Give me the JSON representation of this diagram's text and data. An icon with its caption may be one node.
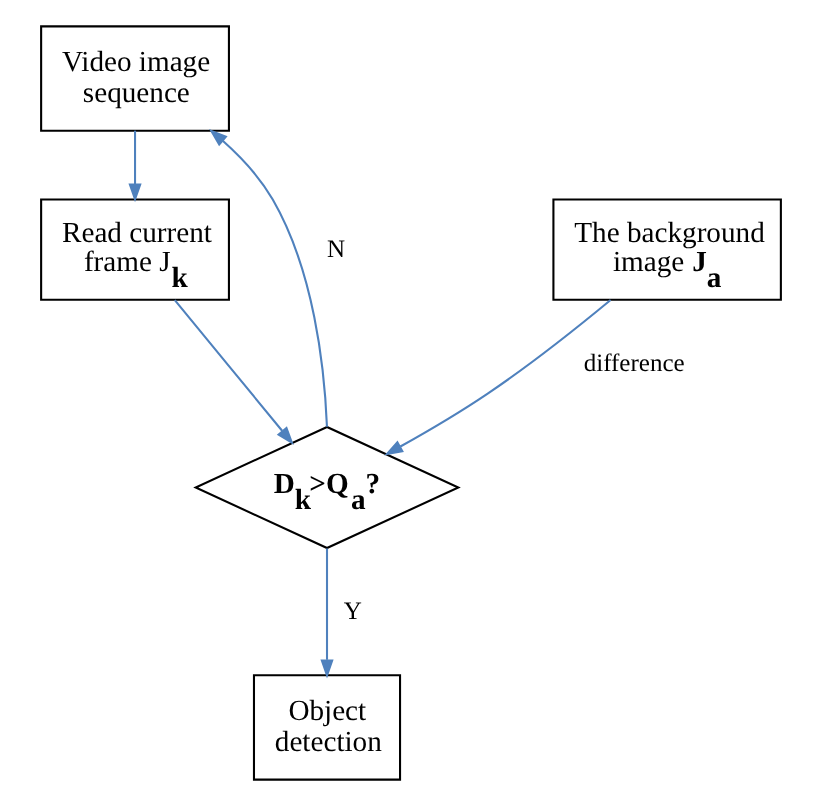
{
  "diagram": {
    "nodes": [
      {
        "text": [
          "Video image sequence"
        ]
      },
      {
        "text": [
          "Read current frame J**$_{k}$**"
        ]
      },
      {
        "text": [
          "The background image **J$_{a}$**"
        ]
      },
      {
        "text": [
          "D$_{k}$>Q$_{a}$?"
        ]
      },
      {
        "text": [
          "Object detection"
        ]
      }
    ],
    "edges": [
      {
        "from": 0,
        "to": 1,
        "arrow": "to"
      },
      {
        "from": 1,
        "to": 3,
        "arrow": "to"
      },
      {
        "from": 2,
        "to": 3,
        "arrow": "to",
        "label": "difference"
      },
      {
        "from": 3,
        "to": 0,
        "arrow": "to",
        "label": "N"
      },
      {
        "from": 3,
        "to": 4,
        "arrow": "to",
        "label": "Y"
      }
    ]
  }
}
